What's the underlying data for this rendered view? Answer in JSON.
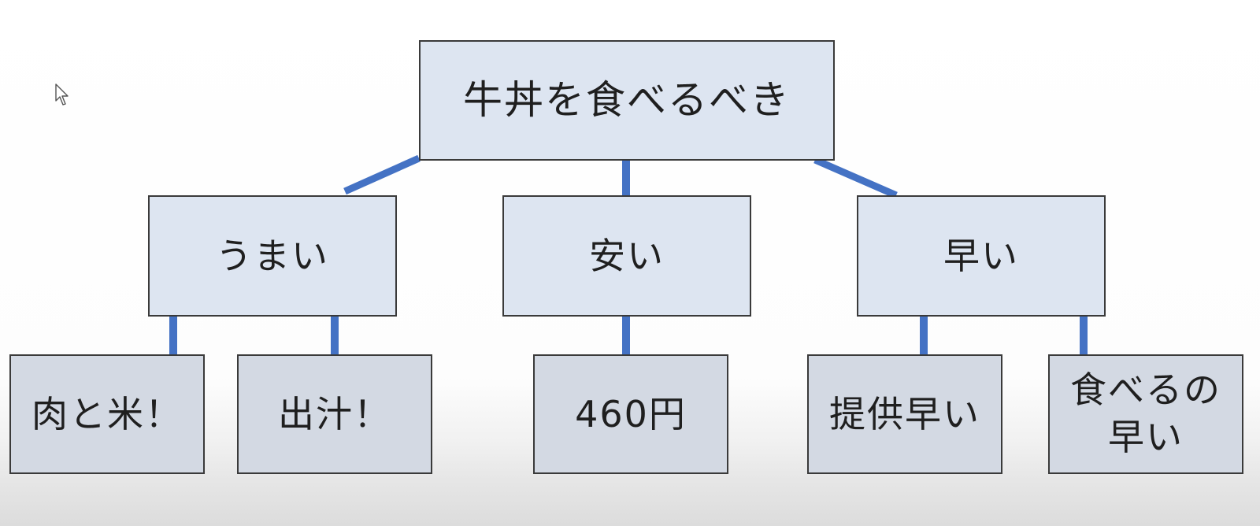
{
  "diagram": {
    "root": {
      "label": "牛丼を食べるべき"
    },
    "branches": [
      {
        "label": "うまい",
        "leaves": [
          {
            "label": "肉と米！"
          },
          {
            "label": "出汁！"
          }
        ]
      },
      {
        "label": "安い",
        "leaves": [
          {
            "label": "460円"
          }
        ]
      },
      {
        "label": "早い",
        "leaves": [
          {
            "label": "提供早い"
          },
          {
            "label": "食べるの\n早い"
          }
        ]
      }
    ]
  },
  "colors": {
    "connector": "#4472c4",
    "box_fill_upper": "#dde5f1",
    "box_fill_lower": "#d3d9e3",
    "box_border": "#3a3a3a"
  }
}
